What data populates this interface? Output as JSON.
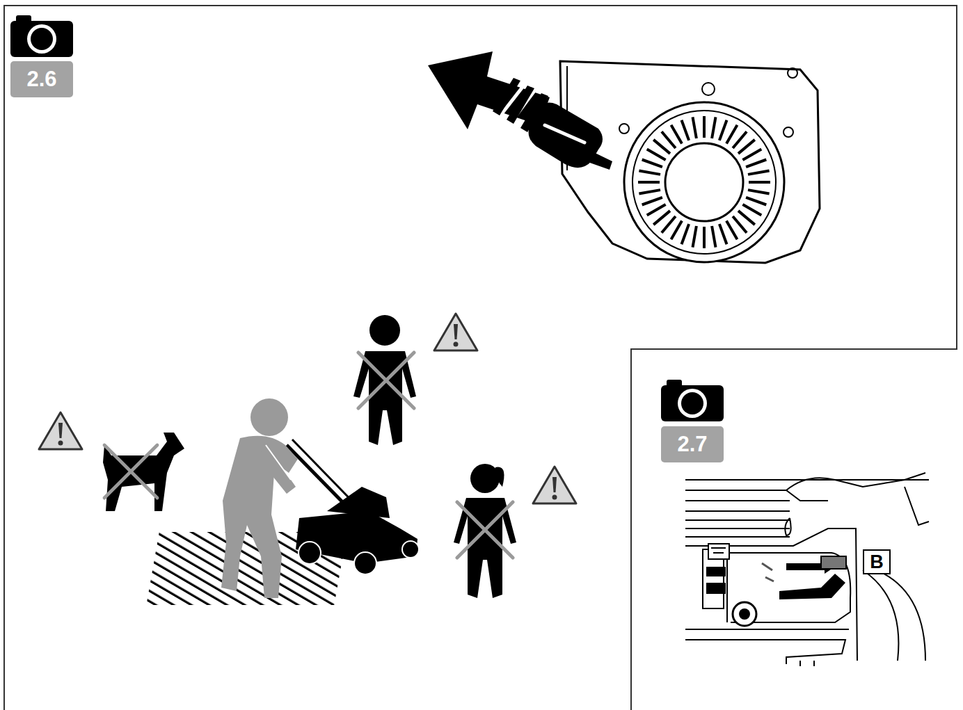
{
  "diagram": {
    "nodes": [
      {
        "text": [
          "2.6"
        ]
      },
      {
        "text": [
          "2.7"
        ]
      },
      {
        "text": [
          "B"
        ]
      }
    ]
  }
}
